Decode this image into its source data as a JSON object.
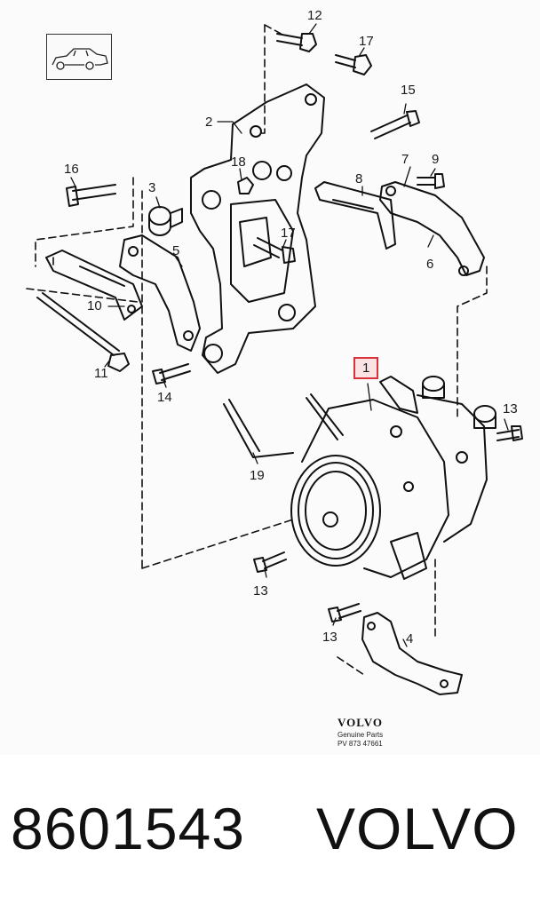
{
  "diagram": {
    "callouts": {
      "c1": "1",
      "c2": "2",
      "c3": "3",
      "c4": "4",
      "c5": "5",
      "c6": "6",
      "c7": "7",
      "c8": "8",
      "c9": "9",
      "c10": "10",
      "c11": "11",
      "c12": "12",
      "c13a": "13",
      "c13b": "13",
      "c13c": "13",
      "c14": "14",
      "c15": "15",
      "c16": "16",
      "c17a": "17",
      "c17b": "17",
      "c18": "18",
      "c19": "19"
    },
    "highlighted_part": "1",
    "highlight_color": "#d9323a",
    "brand": {
      "logo": "VOLVO",
      "subtitle": "Genuine Parts",
      "code": "PV  873 47661"
    }
  },
  "footer": {
    "part_number": "8601543",
    "make": "VOLVO"
  }
}
